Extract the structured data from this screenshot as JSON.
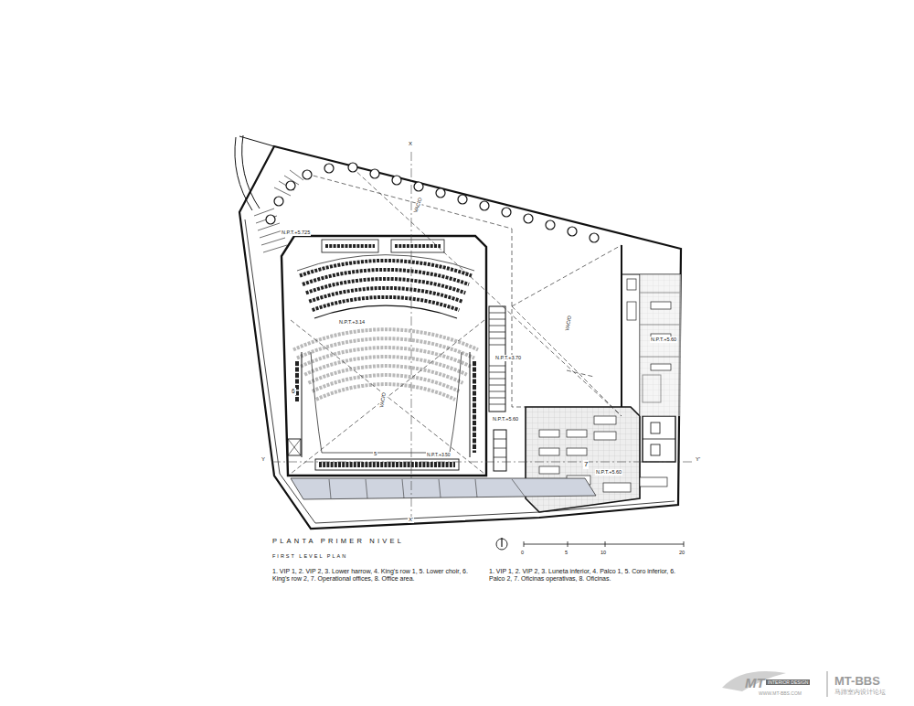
{
  "diagram": {
    "title": "PLANTA PRIMER NIVEL",
    "caption": "FIRST LEVEL PLAN",
    "labels": [
      "N.P.T.+5.725",
      "N.P.T.+3.14",
      "N.P.T.+3.70",
      "N.P.T.+5.60",
      "N.P.T.+5.60",
      "N.P.T.+5.60",
      "N.P.T.+3.50",
      "VACIO",
      "VACIO",
      "VACIO",
      "5",
      "6",
      "7",
      "X",
      "X'",
      "Y",
      "Y'",
      "1. VIP 1, 2. VIP 2,  3. Lower harrow, 4. King's row 1, 5. Lower choir, 6. King's row 2, 7. Operational offices, 8. Office area.",
      "1. VIP 1, 2. VIP 2, 3. Luneta inferior, 4. Palco 1, 5. Coro inferior, 6. Palco 2, 7. Oficinas operativas, 8. Oficinas.",
      "0",
      "5",
      "10",
      "20",
      "MT",
      "INTERIOR DESIGN",
      "MT-BBS",
      "WWW.MT-BBS.COM",
      "马蹄室内设计论坛"
    ]
  }
}
